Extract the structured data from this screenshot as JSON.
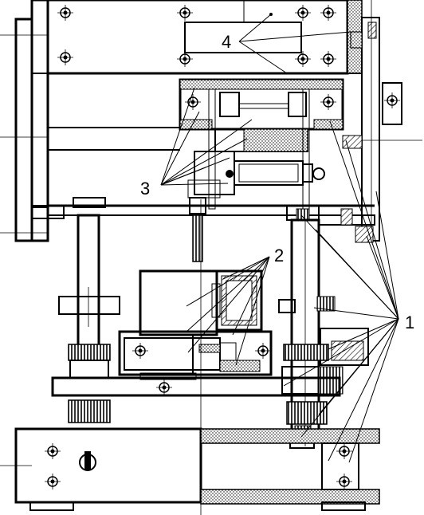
{
  "callouts": [
    {
      "id": "label-4",
      "text": "4"
    },
    {
      "id": "label-3",
      "text": "3"
    },
    {
      "id": "label-2",
      "text": "2"
    },
    {
      "id": "label-1",
      "text": "1"
    }
  ],
  "colors": {
    "line": "#000000",
    "hatch": "#000000",
    "background": "#ffffff"
  }
}
